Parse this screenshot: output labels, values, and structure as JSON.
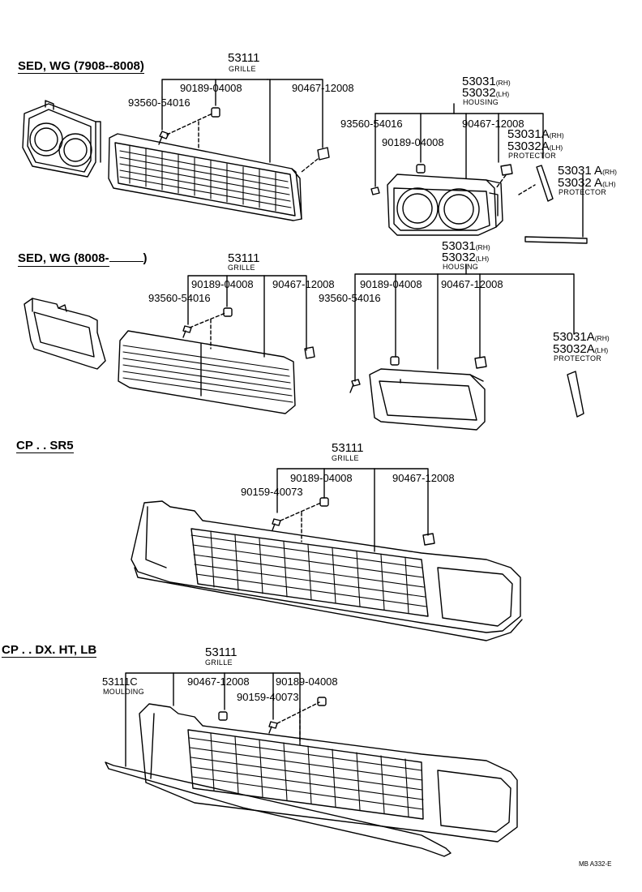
{
  "sections": [
    {
      "title": "SED, WG (7908--8008)",
      "grille": {
        "part": "53111",
        "name": "GRILLE"
      },
      "parts": [
        "90189-04008",
        "90467-12008",
        "93560-54016"
      ],
      "housing": {
        "rh": "53031",
        "lh": "53032",
        "rh_tag": "(RH)",
        "lh_tag": "(LH)",
        "name": "HOUSING"
      },
      "housing_parts": [
        "93560-54016",
        "90467-12008",
        "90189-04008"
      ],
      "protector_a": {
        "rh": "53031A",
        "lh": "53032A",
        "rh_tag": "(RH)",
        "lh_tag": "(LH)",
        "name": "PROTECTOR"
      },
      "protector_b": {
        "rh": "53031 A",
        "lh": "53032 A",
        "rh_tag": "(RH)",
        "lh_tag": "(LH)",
        "name": "PROTECTOR"
      }
    },
    {
      "title": "SED, WG (8008-",
      "title_end": ")",
      "grille": {
        "part": "53111",
        "name": "GRILLE"
      },
      "parts": [
        "90189-04008",
        "90467-12008",
        "93560-54016"
      ],
      "housing": {
        "rh": "53031",
        "lh": "53032",
        "rh_tag": "(RH)",
        "lh_tag": "(LH)",
        "name": "HOUSING"
      },
      "housing_parts": [
        "90189-04008",
        "90467-12008",
        "93560-54016"
      ],
      "protector": {
        "rh": "53031A",
        "lh": "53032A",
        "rh_tag": "(RH)",
        "lh_tag": "(LH)",
        "name": "PROTECTOR"
      }
    },
    {
      "title": "CP . . SR5",
      "grille": {
        "part": "53111",
        "name": "GRILLE"
      },
      "parts": [
        "90189-04008",
        "90467-12008",
        "90159-40073"
      ]
    },
    {
      "title": "CP . . DX. HT, LB",
      "grille": {
        "part": "53111",
        "name": "GRILLE"
      },
      "moulding": {
        "part": "53111C",
        "name": "MOULDING"
      },
      "parts": [
        "90467-12008",
        "90189-04008",
        "90159-40073"
      ]
    }
  ],
  "footer_code": "MB  A332-E"
}
